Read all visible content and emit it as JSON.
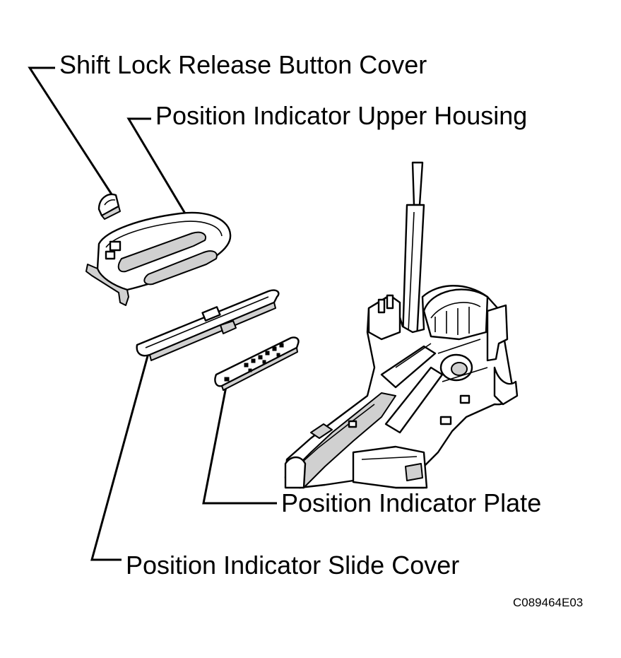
{
  "labels": {
    "shift_lock_cover": "Shift Lock Release Button Cover",
    "upper_housing": "Position Indicator Upper Housing",
    "indicator_plate": "Position Indicator Plate",
    "slide_cover": "Position Indicator Slide Cover"
  },
  "figure_code": "C089464E03"
}
